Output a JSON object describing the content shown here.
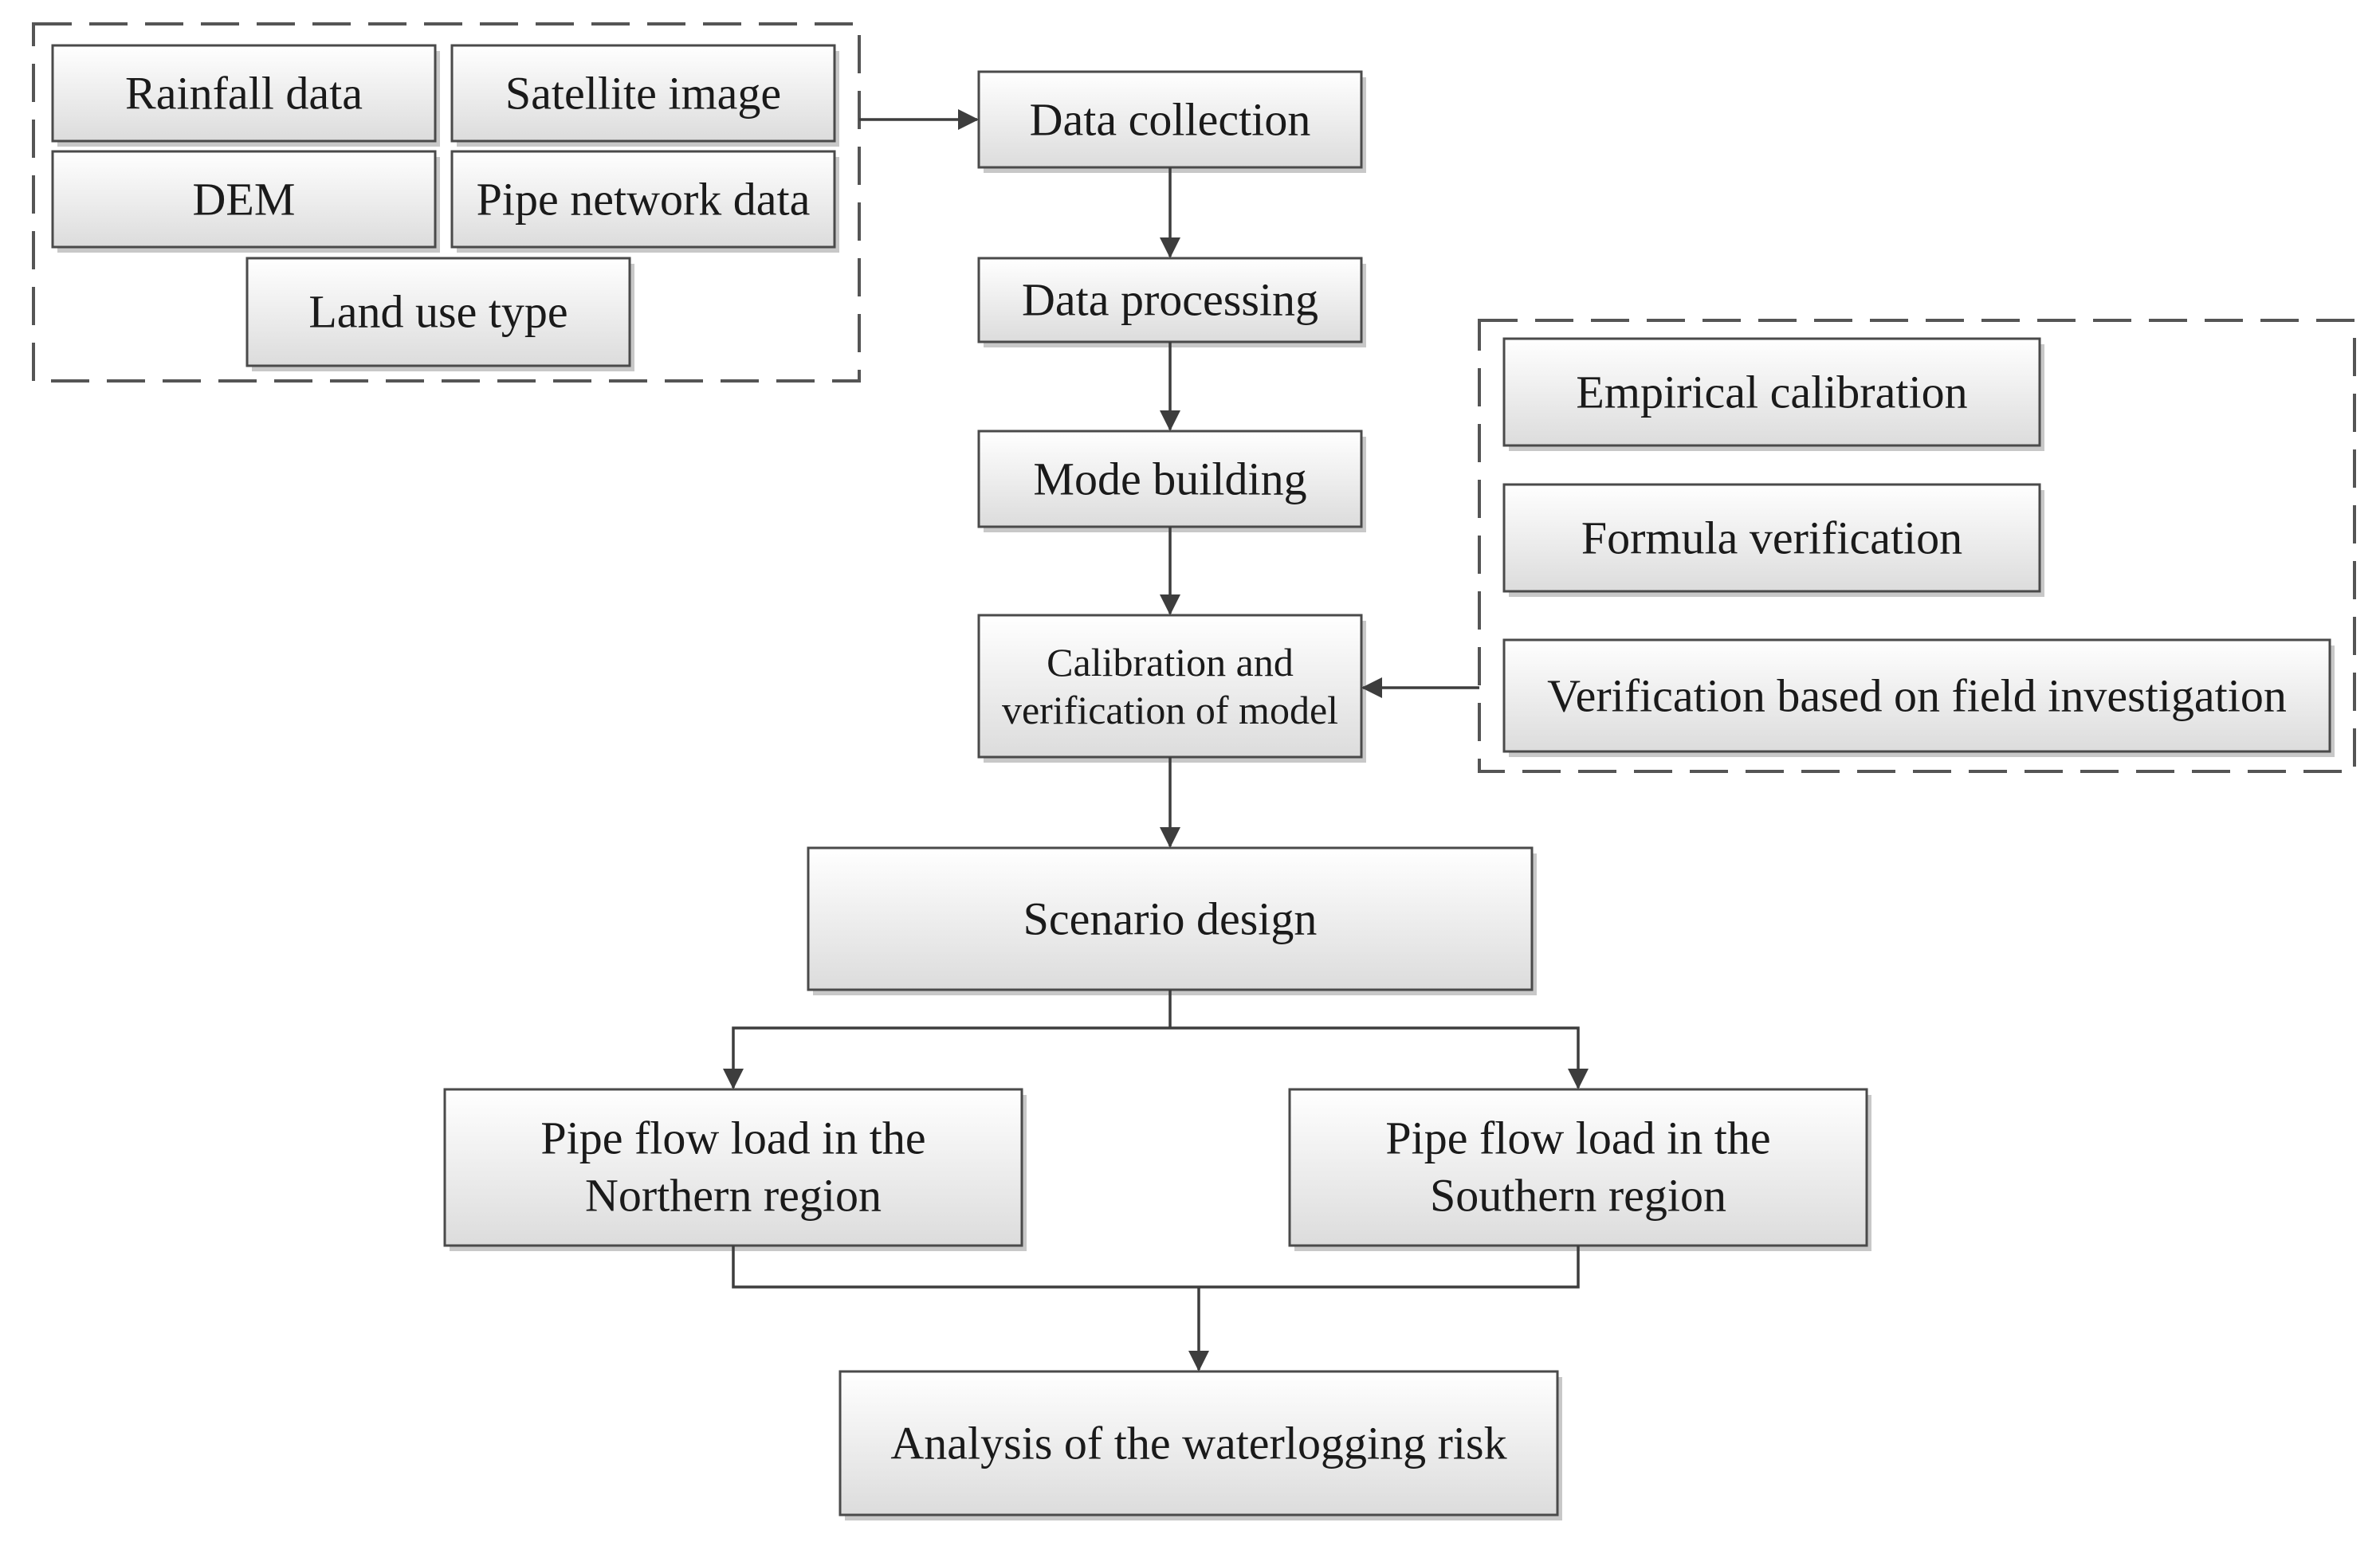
{
  "nodes": {
    "rainfall_data": "Rainfall data",
    "satellite_image": "Satellite image",
    "dem": "DEM",
    "pipe_network_data": "Pipe network data",
    "land_use_type": "Land use type",
    "data_collection": "Data collection",
    "data_processing": "Data processing",
    "mode_building": "Mode building",
    "calibration_line1": "Calibration and",
    "calibration_line2": "verification of model",
    "empirical_calibration": "Empirical calibration",
    "formula_verification": "Formula verification",
    "field_verification": "Verification based on field investigation",
    "scenario_design": "Scenario design",
    "north_line1": "Pipe flow load in the",
    "north_line2": "Northern region",
    "south_line1": "Pipe flow load in the",
    "south_line2": "Southern region",
    "analysis": "Analysis of the waterlogging risk"
  },
  "colors": {
    "box_top": "#ffffff",
    "box_bottom": "#dcdcdc",
    "border": "#4a4a4a",
    "connector": "#3d3d3d"
  }
}
